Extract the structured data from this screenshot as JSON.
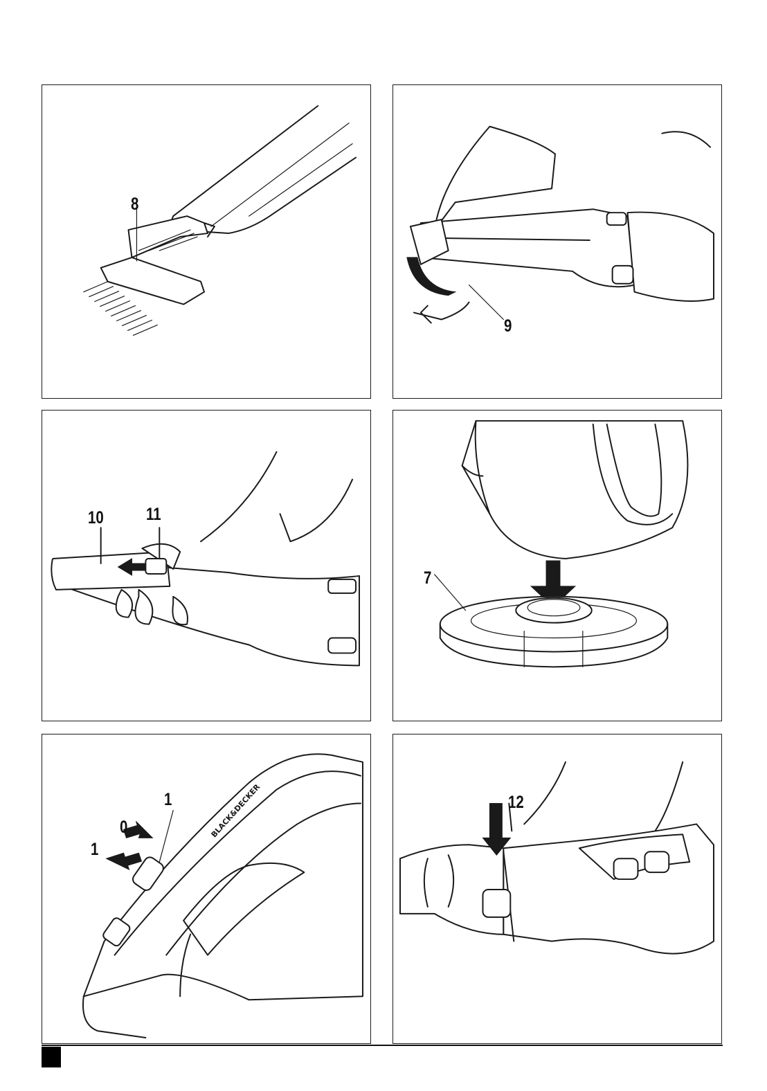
{
  "panels": [
    {
      "id": "crevice-brush-attach",
      "callouts": [
        "8"
      ]
    },
    {
      "id": "remove-brush-rotate",
      "callouts": [
        "9"
      ]
    },
    {
      "id": "slide-release",
      "callouts": [
        "10",
        "11"
      ]
    },
    {
      "id": "place-on-base",
      "callouts": [
        "7"
      ]
    },
    {
      "id": "on-off-switch",
      "callouts": [
        "1",
        "0",
        "1"
      ]
    },
    {
      "id": "bowl-release",
      "callouts": [
        "12"
      ]
    }
  ],
  "brand_mark": "BLACK&DECKER"
}
